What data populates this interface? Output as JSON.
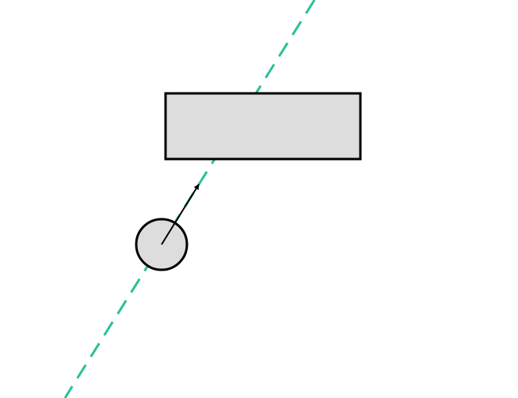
{
  "colors": {
    "background": "#ffffff",
    "trajectory_line": "#2bbf9b",
    "shape_fill": "#dddddd",
    "shape_stroke": "#000000",
    "arrow": "#000000"
  },
  "elements": {
    "trajectory_line": {
      "style": "dashed"
    },
    "obstacle": {
      "shape": "rectangle"
    },
    "body": {
      "shape": "circle"
    },
    "velocity_arrow": {
      "style": "solid-with-arrowhead"
    }
  }
}
